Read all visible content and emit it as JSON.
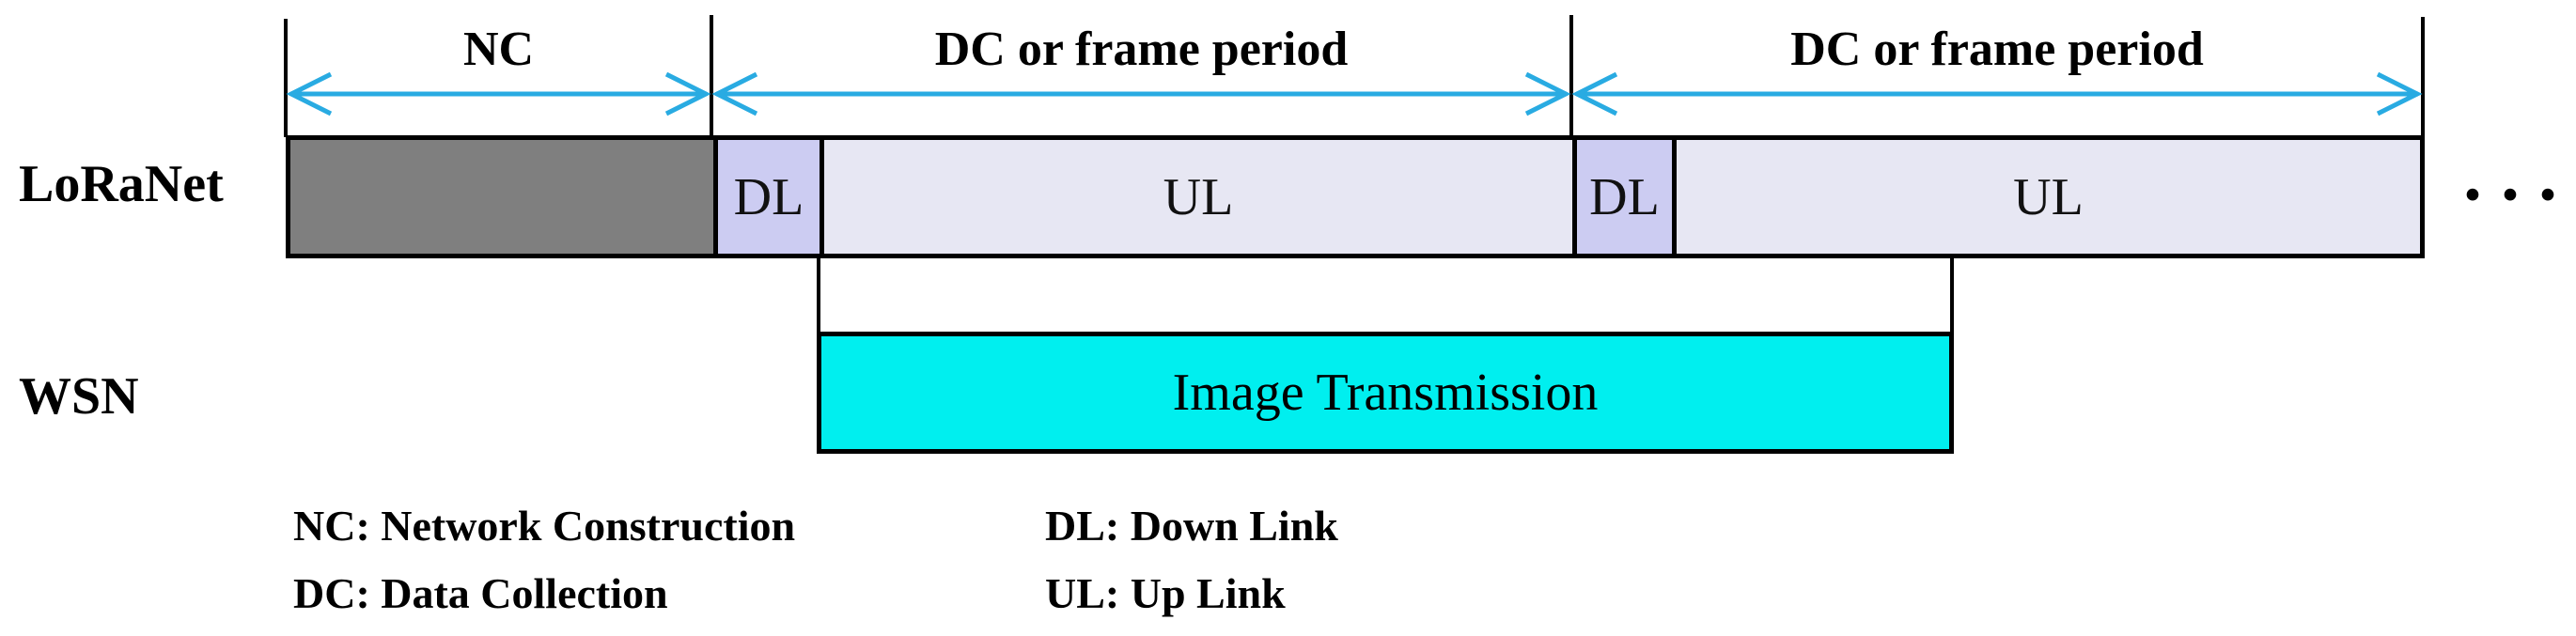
{
  "figure": {
    "title_rows": {
      "loranet_label": "LoRaNet",
      "wsn_label": "WSN"
    },
    "period_arrows": [
      {
        "label": "NC"
      },
      {
        "label": "DC or frame period"
      },
      {
        "label": "DC or frame period"
      }
    ],
    "loranet_segments": [
      {
        "name": "network-construction",
        "label": ""
      },
      {
        "name": "down-link-1",
        "label": "DL"
      },
      {
        "name": "up-link-1",
        "label": "UL"
      },
      {
        "name": "down-link-2",
        "label": "DL"
      },
      {
        "name": "up-link-2",
        "label": "UL"
      }
    ],
    "wsn_segment": {
      "label": "Image Transmission"
    },
    "continuation_dots": "···",
    "legend": {
      "column1": [
        "NC: Network Construction",
        "DC: Data Collection"
      ],
      "column2": [
        "DL: Down Link",
        "UL: Up Link"
      ]
    },
    "colors": {
      "nc_fill": "#7f7f7f",
      "dl_fill": "#ccccf2",
      "ul_fill": "#e7e7f3",
      "wsn_fill": "#00efef",
      "arrow_blue": "#29abe2",
      "line_black": "#000000",
      "background": "#ffffff"
    }
  }
}
